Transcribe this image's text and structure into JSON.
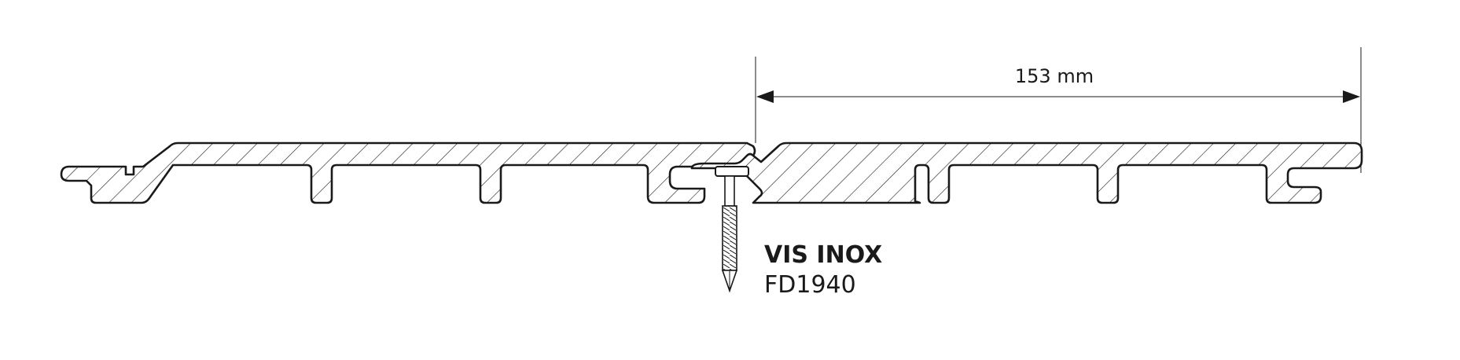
{
  "dimension": {
    "label": "153 mm"
  },
  "screw": {
    "title": "VIS INOX",
    "reference": "FD1940"
  },
  "colors": {
    "line": "#1a1a1a",
    "background": "#ffffff"
  },
  "icons": {
    "arrow_left": "arrowhead-left",
    "arrow_right": "arrowhead-right",
    "screw": "screw-icon"
  }
}
